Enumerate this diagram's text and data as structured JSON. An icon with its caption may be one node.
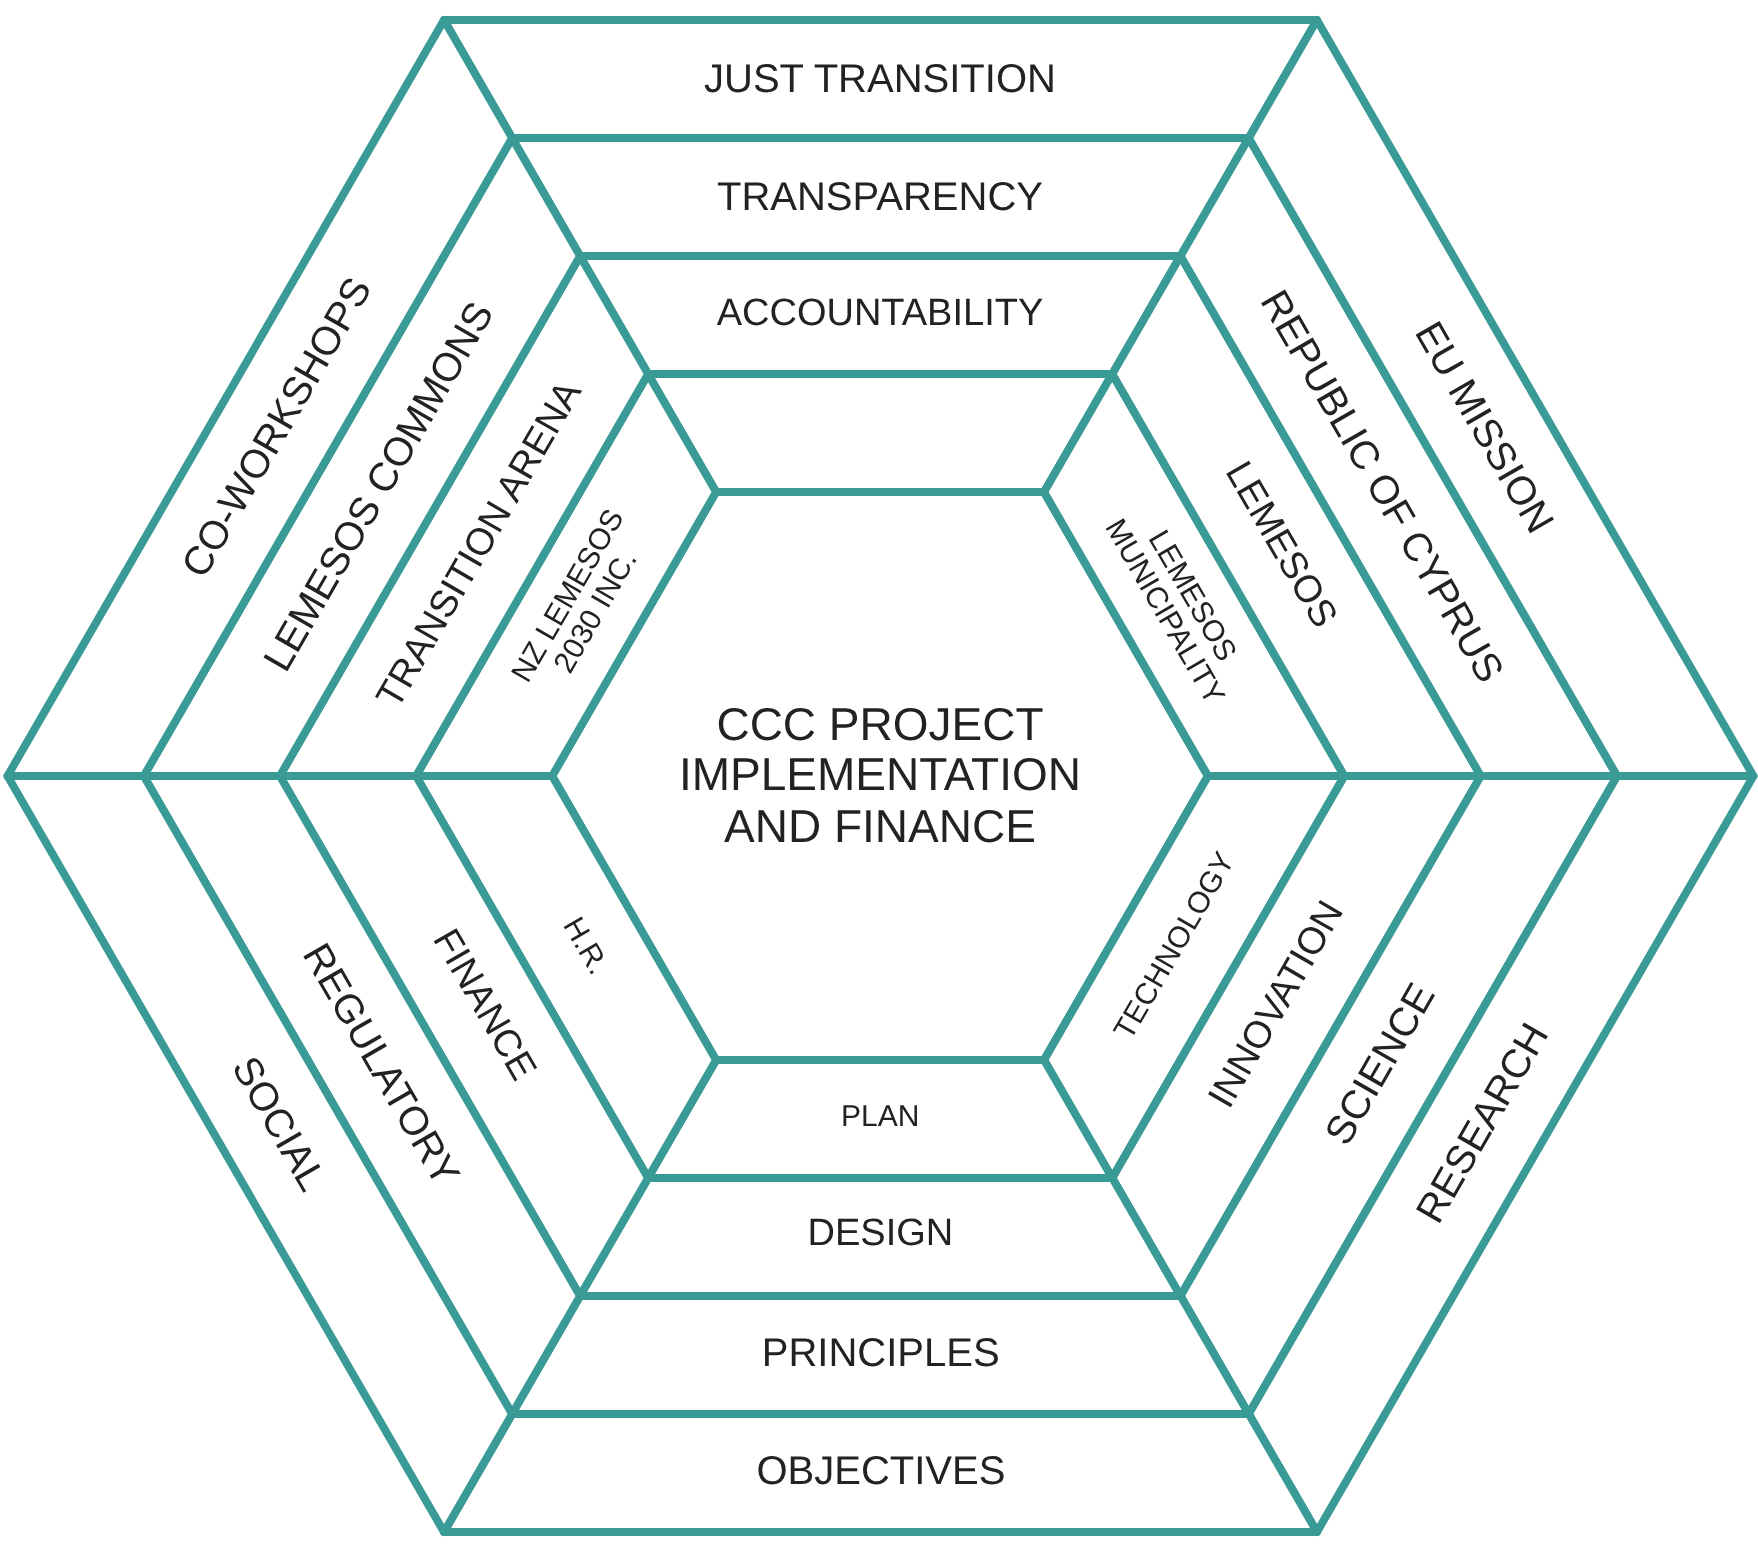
{
  "diagram": {
    "nodes": [
      {
        "text": [
          "CCC PROJECT IMPLEMENTATION AND FINANCE"
        ]
      },
      {
        "text": [],
        "shape": "box"
      },
      {
        "text": [
          "LEMESOS MUNICIPALITY"
        ]
      },
      {
        "text": [
          "TECHNOLOGY"
        ]
      },
      {
        "text": [
          "PLAN"
        ]
      },
      {
        "text": [
          "H.R."
        ]
      },
      {
        "text": [
          "NZ LEMESOS 2030 INC."
        ]
      },
      {
        "text": [
          "ACCOUNTABILITY"
        ]
      },
      {
        "text": [
          "LEMESOS"
        ]
      },
      {
        "text": [
          "INNOVATION"
        ]
      },
      {
        "text": [
          "DESIGN"
        ]
      },
      {
        "text": [
          "FINANCE"
        ]
      },
      {
        "text": [
          "TRANSITION ARENA"
        ]
      },
      {
        "text": [
          "TRANSPARENCY"
        ]
      },
      {
        "text": [
          "REPUBLIC OF CYPRUS"
        ]
      },
      {
        "text": [
          "SCIENCE"
        ]
      },
      {
        "text": [
          "PRINCIPLES"
        ]
      },
      {
        "text": [
          "REGULATORY"
        ]
      },
      {
        "text": [
          "LEMESOS COMMONS"
        ]
      },
      {
        "text": [
          "JUST TRANSITION"
        ]
      },
      {
        "text": [
          "EU MISSION"
        ]
      },
      {
        "text": [
          "RESEARCH"
        ]
      },
      {
        "text": [
          "OBJECTIVES"
        ]
      },
      {
        "text": [
          "SOCIAL"
        ]
      },
      {
        "text": [
          "CO-WORKSHOPS"
        ]
      }
    ]
  }
}
